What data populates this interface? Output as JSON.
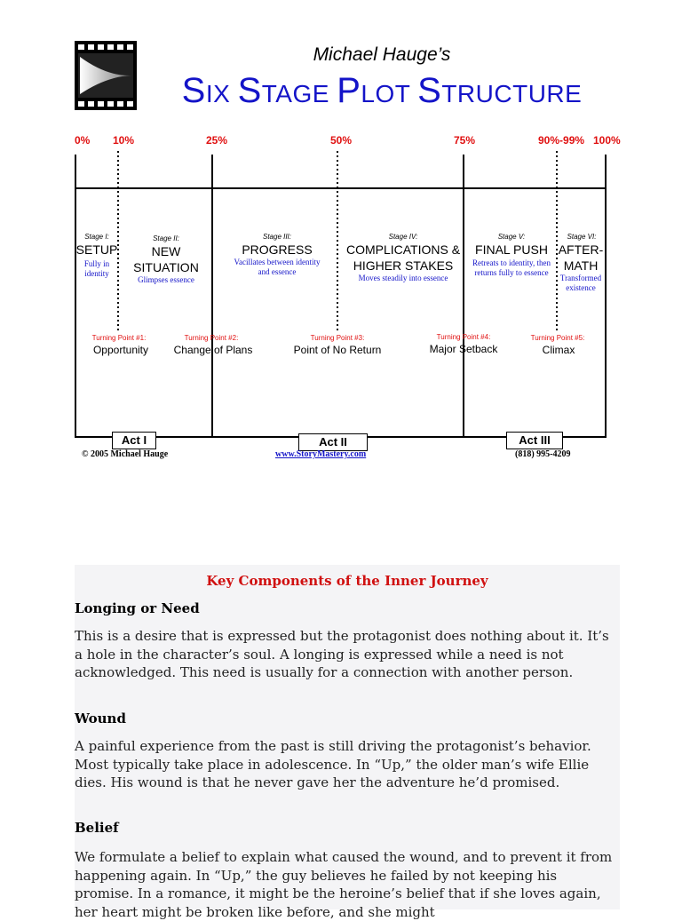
{
  "header": {
    "author": "Michael Hauge’s",
    "title_parts": [
      {
        "cap": "S",
        "rest": "IX "
      },
      {
        "cap": "S",
        "rest": "TAGE "
      },
      {
        "cap": "P",
        "rest": "LOT "
      },
      {
        "cap": "S",
        "rest": "TRUCTURE"
      }
    ]
  },
  "diagram": {
    "percentages": [
      "0%",
      "10%",
      "25%",
      "50%",
      "75%",
      "90%-99%",
      "100%"
    ],
    "stages": [
      {
        "label": "Stage I:",
        "name": "SETUP",
        "desc": "Fully in identity"
      },
      {
        "label": "Stage II:",
        "name": "NEW SITUATION",
        "desc": "Glimpses essence"
      },
      {
        "label": "Stage III:",
        "name": "PROGRESS",
        "desc": "Vacillates between identity and essence"
      },
      {
        "label": "Stage IV:",
        "name": "COMPLICATIONS & HIGHER STAKES",
        "desc": "Moves steadily into essence"
      },
      {
        "label": "Stage V:",
        "name": "FINAL PUSH",
        "desc": "Retreats to identity, then returns fully to essence"
      },
      {
        "label": "Stage VI:",
        "name": "AFTER-MATH",
        "desc": "Transformed existence"
      }
    ],
    "turning_points": [
      {
        "label": "Turning Point #1:",
        "name": "Opportunity"
      },
      {
        "label": "Turning Point #2:",
        "name": "Change of Plans"
      },
      {
        "label": "Turning Point #3:",
        "name": "Point of No Return"
      },
      {
        "label": "Turning Point #4:",
        "name": "Major Setback"
      },
      {
        "label": "Turning Point #5:",
        "name": "Climax"
      }
    ],
    "acts": [
      "Act I",
      "Act II",
      "Act III"
    ],
    "footer": {
      "copyright": "© 2005 Michael Hauge",
      "website": "www.StoryMastery.com",
      "phone": "(818) 995-4209"
    }
  },
  "inner_journey": {
    "heading": "Key Components of the Inner Journey",
    "sections": [
      {
        "title": "Longing or Need",
        "body": "This is a desire that is expressed but the protagonist does nothing about it. It’s a hole in the character’s soul. A longing is expressed while a need is not acknowledged. This need is usually for a connection with another person."
      },
      {
        "title": "Wound",
        "body": "A painful experience from the past is still driving the protagonist’s behavior. Most typically take place in adolescence. In “Up,” the older man’s wife Ellie dies. His wound is that he never gave her the adventure he’d promised."
      },
      {
        "title": "Belief",
        "body": "We formulate a belief to explain what caused the wound, and to prevent it from happening again. In “Up,” the guy believes he failed by not keeping his promise. In a romance, it might be the heroine’s belief that if she loves again, her heart might be broken like before, and she might"
      }
    ]
  }
}
